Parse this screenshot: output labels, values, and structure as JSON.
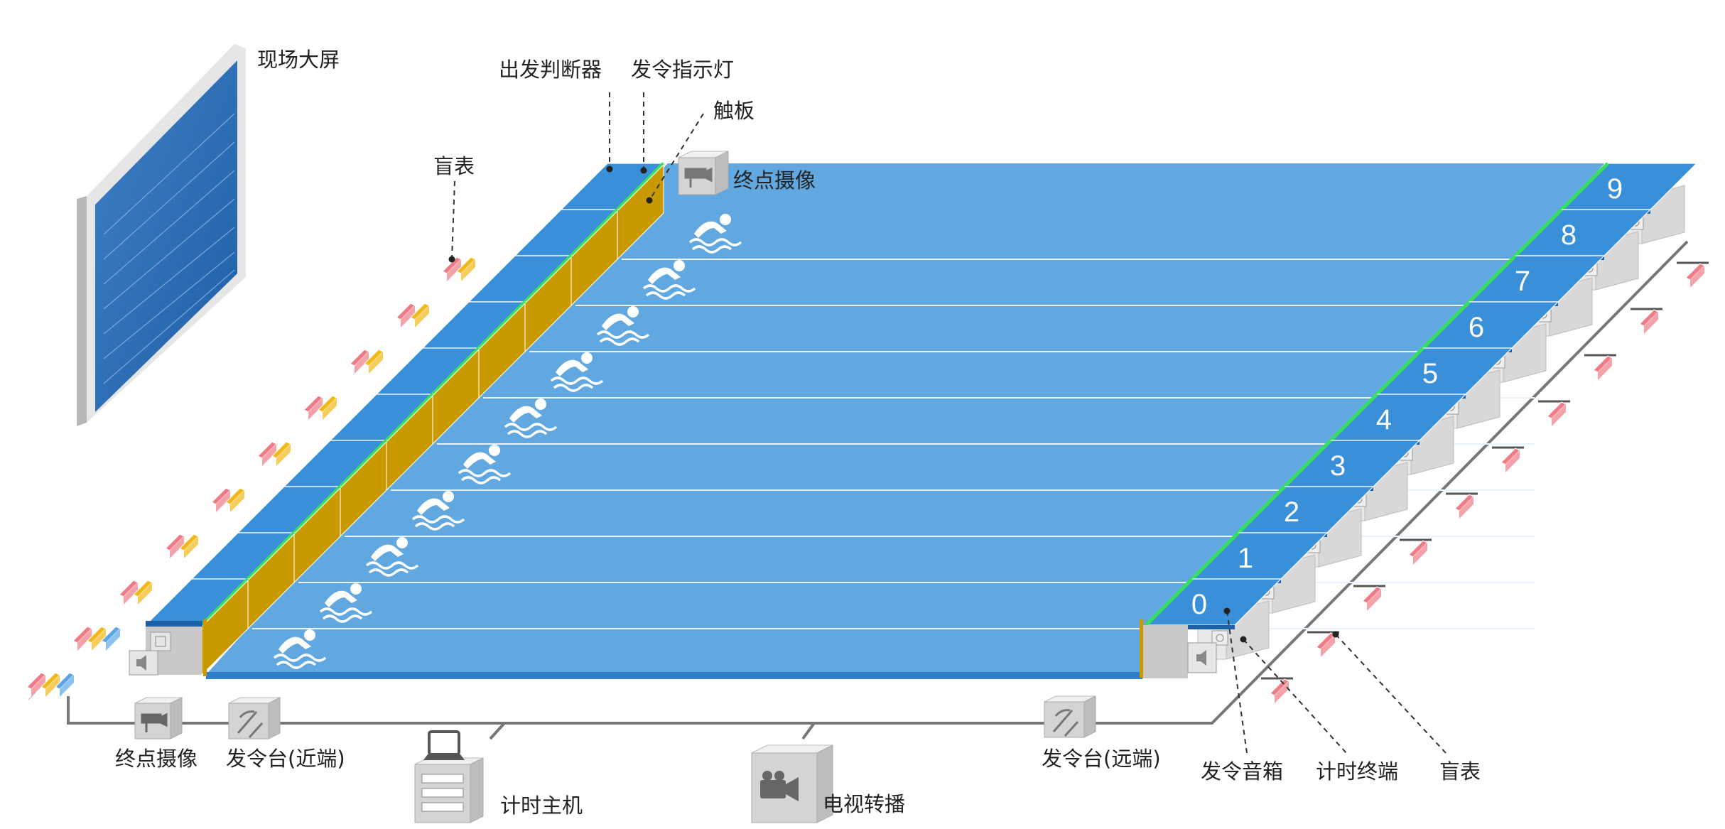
{
  "labels": {
    "big_screen": "现场大屏",
    "start_judge": "出发判断器",
    "start_light": "发令指示灯",
    "touch_pad": "触板",
    "blind_watch_top": "盲表",
    "finish_camera_top": "终点摄像",
    "finish_camera_bottom": "终点摄像",
    "starter_near": "发令台(近端)",
    "timing_host": "计时主机",
    "tv_broadcast": "电视转播",
    "starter_far": "发令台(远端)",
    "start_speaker": "发令音箱",
    "timing_terminal": "计时终端",
    "blind_watch_right": "盲表"
  },
  "lane_numbers": [
    "0",
    "1",
    "2",
    "3",
    "4",
    "5",
    "6",
    "7",
    "8",
    "9"
  ],
  "colors": {
    "water": "#62a8e0",
    "lane_line": "#e8f3fb",
    "pool_edge": "#2f7ec8",
    "block_top": "#3a8fd9",
    "touch_pad": "#c99a00",
    "green_strip": "#35e05a",
    "blind_red": "#f07a86",
    "blind_yellow": "#f2b817",
    "blind_blue": "#5aa5e8",
    "cable": "#777777",
    "device_gray": "#d4d4d4"
  },
  "icons": {
    "swimmer": "swimmer-icon",
    "camera": "camera-icon",
    "speaker": "speaker-icon",
    "computer": "computer-icon",
    "video_camera": "video-camera-icon",
    "chip": "chip-icon"
  }
}
